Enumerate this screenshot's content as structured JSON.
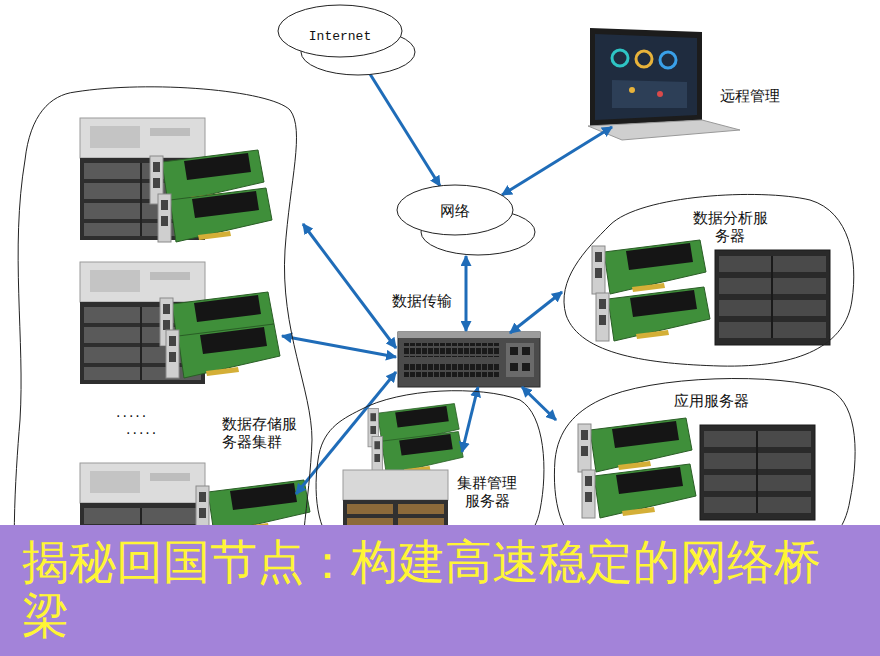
{
  "diagram": {
    "title": "揭秘回国节点：构建高速稳定的网络桥梁",
    "nodes": [
      {
        "text": [
          "Internet"
        ]
      },
      {
        "text": [
          "远程管理"
        ]
      },
      {
        "text": [
          "数据存储服务器集群"
        ]
      },
      {
        "text": [
          "网络"
        ]
      },
      {
        "text": [
          "数据分析服务器"
        ]
      },
      {
        "text": [
          "数据传输"
        ]
      },
      {
        "text": [
          "应用服务器"
        ]
      },
      {
        "text": [
          "集群管理服务器"
        ]
      }
    ],
    "edges": [
      {
        "from": 0,
        "to": 3,
        "arrow": "to"
      },
      {
        "from": 1,
        "to": 3,
        "arrow": "both"
      },
      {
        "from": 3,
        "to": 5,
        "arrow": "both"
      },
      {
        "from": 5,
        "to": 2,
        "arrow": "both"
      },
      {
        "from": 5,
        "to": 2,
        "arrow": "both"
      },
      {
        "from": 5,
        "to": 2,
        "arrow": "both"
      },
      {
        "from": 5,
        "to": 4,
        "arrow": "both"
      },
      {
        "from": 5,
        "to": 7,
        "arrow": "both"
      },
      {
        "from": 5,
        "to": 6,
        "arrow": "both"
      }
    ],
    "labels": [
      ".....",
      "....."
    ]
  }
}
